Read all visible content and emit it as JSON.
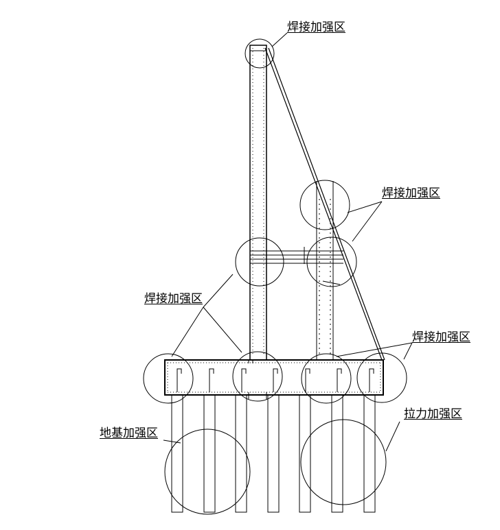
{
  "labels": {
    "weld_top": "焊接加强区",
    "weld_right_mid": "焊接加强区",
    "weld_left_mid": "焊接加强区",
    "weld_right_base": "焊接加强区",
    "foundation": "地基加强区",
    "tension": "拉力加强区"
  },
  "colors": {
    "line": "#000000",
    "background": "#ffffff"
  }
}
